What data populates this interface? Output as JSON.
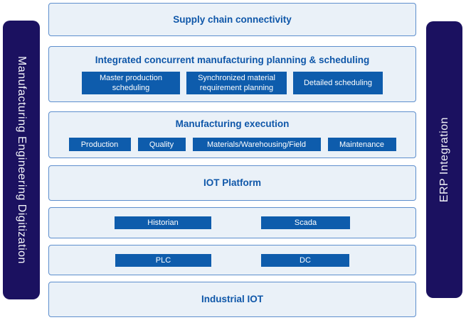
{
  "diagram": {
    "left_bar": "Manufacturing Engineering Digitization",
    "right_bar": "ERP Integration",
    "layers": {
      "supply_chain": {
        "title": "Supply chain connectivity"
      },
      "planning": {
        "title": "Integrated concurrent manufacturing planning & scheduling",
        "blocks": [
          "Master production scheduling",
          "Synchronized material requirement planning",
          "Detailed scheduling"
        ]
      },
      "execution": {
        "title": "Manufacturing execution",
        "blocks": [
          "Production",
          "Quality",
          "Materials/Warehousing/Field",
          "Maintenance"
        ]
      },
      "iot_platform": {
        "title": "IOT Platform"
      },
      "scada_layer": {
        "blocks": [
          "Historian",
          "Scada"
        ]
      },
      "plc_layer": {
        "blocks": [
          "PLC",
          "DC"
        ]
      },
      "industrial_iot": {
        "title": "Industrial IOT"
      }
    },
    "colors": {
      "panel_fill": "#eaf1f8",
      "panel_border": "#5d8ecd",
      "block_fill": "#0e5cac",
      "block_text": "#ffffff",
      "sidebar_fill": "#1b1160",
      "sidebar_text": "#f2f3f8",
      "title_text": "#0f57a9"
    }
  }
}
